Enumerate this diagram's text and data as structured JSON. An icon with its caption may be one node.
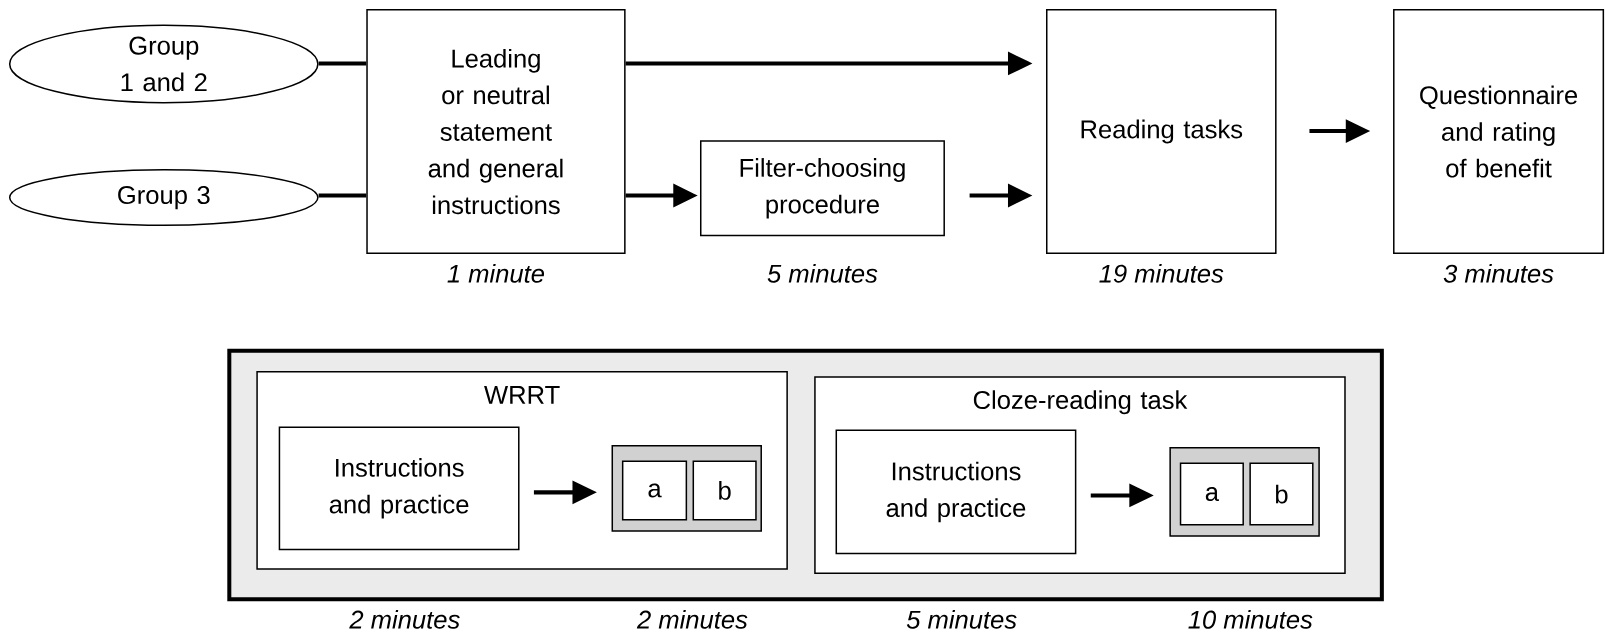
{
  "diagram": {
    "nodes": [
      {
        "text": [
          "Group 1 and 2"
        ]
      },
      {
        "text": [
          "Group 3"
        ]
      },
      {
        "text": [
          "Leading or neutral statement and general instructions"
        ],
        "beside": [
          "1 minute"
        ]
      },
      {
        "text": [
          "Filter-choosing procedure"
        ],
        "beside": [
          "5 minutes"
        ]
      },
      {
        "text": [
          "Reading tasks"
        ],
        "beside": [
          "19 minutes"
        ]
      },
      {
        "text": [
          "Questionnaire and rating of benefit"
        ],
        "beside": [
          "3 minutes"
        ]
      },
      {
        "text": [],
        "shape": "box"
      },
      {
        "text": [
          "WRRT"
        ],
        "in": 6
      },
      {
        "text": [
          "Instructions and practice"
        ],
        "in": 7,
        "beside": [
          "2 minutes"
        ]
      },
      {
        "text": [],
        "shape": "box",
        "in": 7,
        "beside": [
          "2 minutes"
        ]
      },
      {
        "text": [
          "a"
        ],
        "in": 9
      },
      {
        "text": [
          "b"
        ],
        "in": 9
      },
      {
        "text": [
          "Cloze-reading task"
        ],
        "in": 6
      },
      {
        "text": [
          "Instructions and practice"
        ],
        "in": 12,
        "beside": [
          "5 minutes"
        ]
      },
      {
        "text": [],
        "shape": "box",
        "in": 12,
        "beside": [
          "10 minutes"
        ]
      },
      {
        "text": [
          "a"
        ],
        "in": 14
      },
      {
        "text": [
          "b"
        ],
        "in": 14
      }
    ],
    "edges": [
      {
        "from": 0,
        "to": 2,
        "arrow": "none"
      },
      {
        "from": 1,
        "to": 2,
        "arrow": "none"
      },
      {
        "from": 2,
        "to": 4,
        "arrow": "to"
      },
      {
        "from": 2,
        "to": 3,
        "arrow": "to"
      },
      {
        "from": 3,
        "to": 4,
        "arrow": "to"
      },
      {
        "from": 4,
        "to": 5,
        "arrow": "to"
      },
      {
        "from": 8,
        "to": 9,
        "arrow": "to"
      },
      {
        "from": 13,
        "to": 14,
        "arrow": "to"
      }
    ]
  }
}
